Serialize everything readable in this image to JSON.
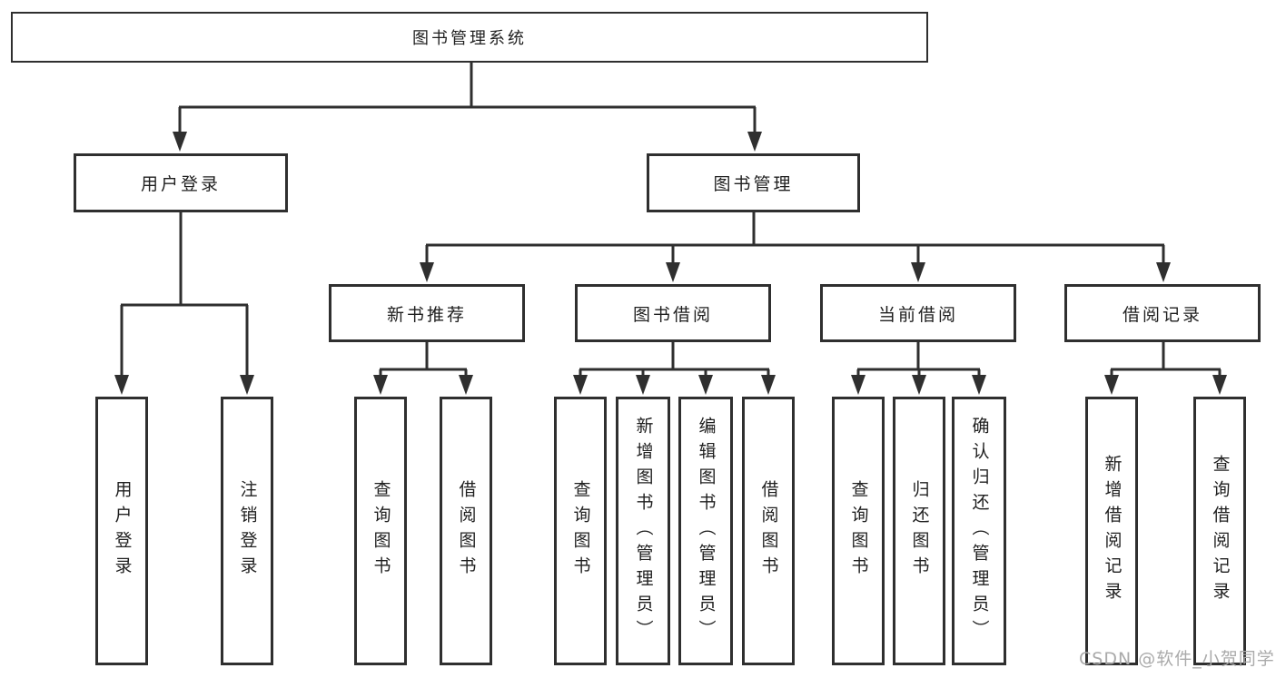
{
  "watermark": {
    "text": "CSDN @软件_小贺同学"
  },
  "tree": {
    "root": {
      "label": "图书管理系统",
      "children": [
        {
          "label": "用户登录",
          "children": [
            {
              "label": "用户登录"
            },
            {
              "label": "注销登录"
            }
          ]
        },
        {
          "label": "图书管理",
          "children": [
            {
              "label": "新书推荐",
              "children": [
                {
                  "label": "查询图书"
                },
                {
                  "label": "借阅图书"
                }
              ]
            },
            {
              "label": "图书借阅",
              "children": [
                {
                  "label": "查询图书"
                },
                {
                  "label": "新增图书（管理员）"
                },
                {
                  "label": "编辑图书（管理员）"
                },
                {
                  "label": "借阅图书"
                }
              ]
            },
            {
              "label": "当前借阅",
              "children": [
                {
                  "label": "查询图书"
                },
                {
                  "label": "归还图书"
                },
                {
                  "label": "确认归还（管理员）"
                }
              ]
            },
            {
              "label": "借阅记录",
              "children": [
                {
                  "label": "新增借阅记录"
                },
                {
                  "label": "查询借阅记录"
                }
              ]
            }
          ]
        }
      ]
    }
  },
  "colors": {
    "stroke": "#2f2f2f",
    "text": "#1f1f1f",
    "watermark_gray": "#aaaaaa",
    "background": "#ffffff"
  }
}
